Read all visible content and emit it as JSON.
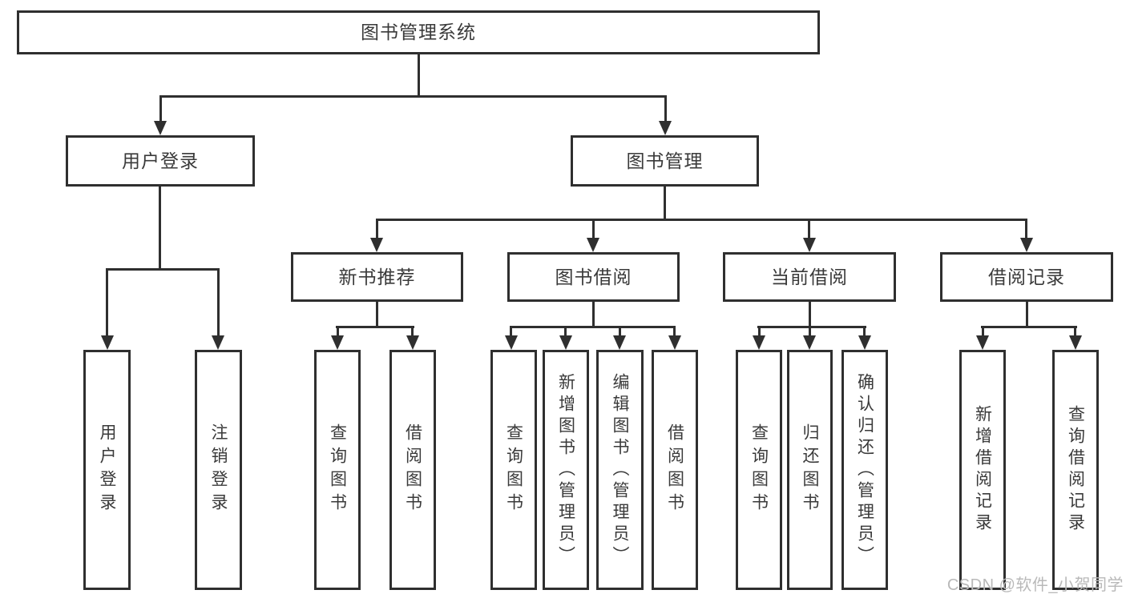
{
  "diagram": {
    "nodes": {
      "root": "图书管理系统",
      "user_login": "用户登录",
      "book_mgmt": "图书管理",
      "new_books": "新书推荐",
      "book_borrow": "图书借阅",
      "current_borrow": "当前借阅",
      "borrow_records": "借阅记录"
    },
    "leaves": {
      "user_login": [
        "用户登录",
        "注销登录"
      ],
      "new_books": [
        "查询图书",
        "借阅图书"
      ],
      "book_borrow": [
        "查询图书",
        "新增图书（管理员）",
        "编辑图书（管理员）",
        "借阅图书"
      ],
      "current_borrow": [
        "查询图书",
        "归还图书",
        "确认归还（管理员）"
      ],
      "borrow_records": [
        "新增借阅记录",
        "查询借阅记录"
      ]
    },
    "watermark": "CSDN @软件_小贺同学",
    "colors": {
      "line": "#2f2f2f",
      "text": "#3a3a3a",
      "watermark": "#b9b9b9",
      "background": "#ffffff"
    }
  }
}
